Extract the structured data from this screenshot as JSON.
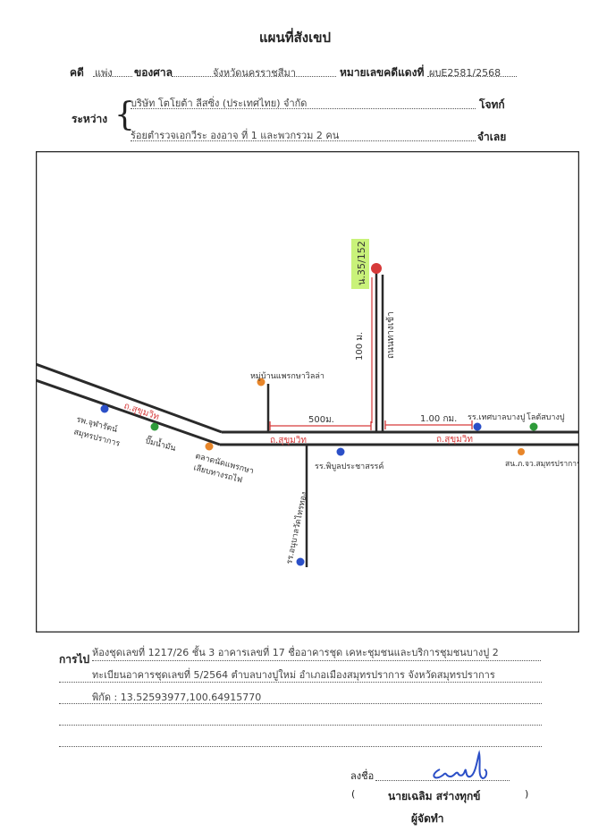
{
  "header": {
    "title": "แผนที่สังเขป",
    "case_label": "คดี",
    "case_type": "แพ่ง",
    "court_label": "ของศาล",
    "court_name": "จังหวัดนครราชสีมา",
    "red_case_label": "หมายเลขคดีแดงที่",
    "red_case_no": "ผบE2581/2568"
  },
  "parties": {
    "between_label": "ระหว่าง",
    "plaintiff": "บริษัท โตโยต้า ลีสซิ่ง (ประเทศไทย) จำกัด",
    "plaintiff_role": "โจทก์",
    "defendant": "ร้อยตำรวจเอกวีระ  องอาจ  ที่ 1 และพวกรวม 2 คน",
    "defendant_role": "จำเลย"
  },
  "map": {
    "target_label": "น.35/152",
    "road_vertical_label": "ถนนทางเข้า",
    "dist_vertical": "100 ม.",
    "dist_left": "500ม.",
    "dist_right": "1.00 กม.",
    "road_sukhumvit_1": "ถ.สุขุมวิท",
    "road_sukhumvit_2": "ถ.สุขุมวิท",
    "road_sukhumvit_3": "ถ.สุขุมวิท",
    "lm_building": "หมู่บ้านแพรกษาวิลล่า",
    "lm_hospital_left_1": "รพ.จุฬารัตน์",
    "lm_hospital_left_2": "สมุทรปราการ",
    "lm_pump": "ปั๊มน้ำมัน",
    "lm_market_1": "ตลาดนัดแพรกษา",
    "lm_market_2": "เลียบทางรถไฟ",
    "lm_school_center": "รร.พิบูลประชาสรรค์",
    "lm_school_bottom": "รร.อนุบาลวัดไทรทอง",
    "lm_school_right": "รร.เทศบาลบางปู",
    "lm_lotus": "โลตัสบางปู",
    "lm_station_right": "สน.ภ.จว.สมุทรปราการ",
    "colors": {
      "red": "#d63a3a",
      "blue": "#2b4fc7",
      "green": "#2e9b3a",
      "orange": "#e8862a",
      "highlight": "#c9f27a"
    }
  },
  "footer": {
    "to_label": "การไป",
    "line1": "ห้องชุดเลขที่ 1217/26 ชั้น 3 อาคารเลขที่ 17  ชื่ออาคารชุด เคหะชุมชนและบริการชุมชนบางปู 2",
    "line2": "ทะเบียนอาคารชุดเลขที่ 5/2564 ตำบลบางปูใหม่ อำเภอเมืองสมุทรปราการ จังหวัดสมุทรปราการ",
    "line3": "พิกัด : 13.52593977,100.64915770",
    "sign_label": "ลงชื่อ",
    "signer_open": "(",
    "signer_name": "นายเฉลิม  สร่างทุกข์",
    "signer_close": ")",
    "signer_title": "ผู้จัดทำ"
  }
}
